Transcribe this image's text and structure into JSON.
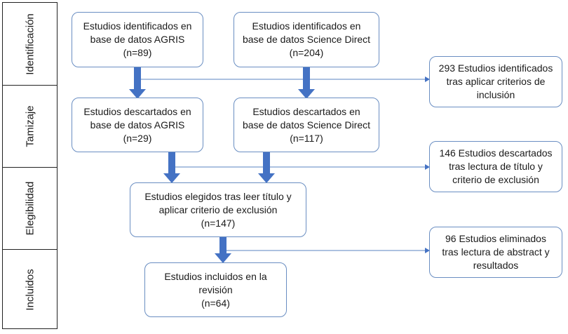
{
  "phases": [
    "Identificación",
    "Tamizaje",
    "Elegibilidad",
    "Incluidos"
  ],
  "boxes": {
    "id_agris": [
      "Estudios identificados en",
      "base de datos AGRIS",
      "(n=89)"
    ],
    "id_sd": [
      "Estudios identificados en",
      "base de datos Science Direct",
      "(n=204)"
    ],
    "side_293": [
      "293 Estudios identificados",
      "tras aplicar criterios de",
      "inclusión"
    ],
    "desc_agris": [
      "Estudios descartados en",
      "base de datos AGRIS",
      "(n=29)"
    ],
    "desc_sd": [
      "Estudios descartados en",
      "base de datos Science Direct",
      "(n=117)"
    ],
    "side_146": [
      "146 Estudios descartados",
      "tras lectura de título y",
      "criterio de exclusión"
    ],
    "elegidos": [
      "Estudios elegidos tras leer título y",
      "aplicar criterio de exclusión",
      "(n=147)"
    ],
    "side_96": [
      "96 Estudios eliminados",
      "tras lectura de abstract y",
      "resultados"
    ],
    "incluidos": [
      "Estudios incluidos en la",
      "revisión",
      "(n=64)"
    ]
  },
  "colors": {
    "arrow": "#4472c4",
    "box_border": "#6a8ec2",
    "connector": "#7a9ccd",
    "phase_border": "#222222"
  }
}
